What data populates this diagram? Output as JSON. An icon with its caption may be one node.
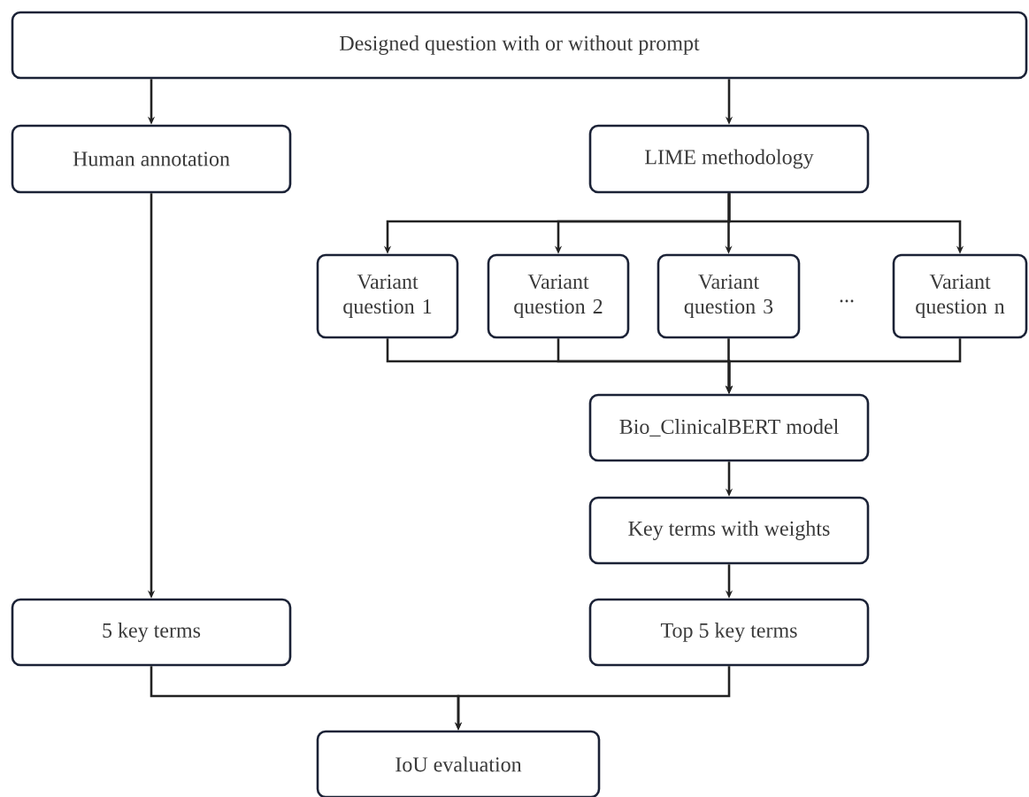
{
  "diagram": {
    "nodes": [
      {
        "text": [
          "Designed question with or without prompt"
        ]
      },
      {
        "text": [
          "Human annotation"
        ]
      },
      {
        "text": [
          "LIME methodology"
        ]
      },
      {
        "text": [
          "Variant question 1"
        ]
      },
      {
        "text": [
          "Variant question 2"
        ]
      },
      {
        "text": [
          "Variant question 3"
        ]
      },
      {
        "text": [
          "Variant question n"
        ]
      },
      {
        "text": [
          "Bio_ClinicalBERT model"
        ]
      },
      {
        "text": [
          "Key terms with weights"
        ]
      },
      {
        "text": [
          "5 key terms"
        ]
      },
      {
        "text": [
          "Top 5 key terms"
        ]
      },
      {
        "text": [
          "IoU evaluation"
        ]
      }
    ],
    "edges": [
      {
        "from": 0,
        "to": 1,
        "arrow": "to"
      },
      {
        "from": 0,
        "to": 2,
        "arrow": "to"
      },
      {
        "from": 2,
        "to": 3,
        "arrow": "to"
      },
      {
        "from": 2,
        "to": 4,
        "arrow": "to"
      },
      {
        "from": 2,
        "to": 5,
        "arrow": "to"
      },
      {
        "from": 2,
        "to": 6,
        "arrow": "to"
      },
      {
        "from": 3,
        "to": 7,
        "arrow": "to"
      },
      {
        "from": 4,
        "to": 7,
        "arrow": "to"
      },
      {
        "from": 5,
        "to": 7,
        "arrow": "to"
      },
      {
        "from": 6,
        "to": 7,
        "arrow": "to"
      },
      {
        "from": 7,
        "to": 8,
        "arrow": "to"
      },
      {
        "from": 8,
        "to": 10,
        "arrow": "to"
      },
      {
        "from": 1,
        "to": 9,
        "arrow": "to"
      },
      {
        "from": 9,
        "to": 11,
        "arrow": "to"
      },
      {
        "from": 10,
        "to": 11,
        "arrow": "to"
      }
    ],
    "labels": [
      "..."
    ]
  }
}
